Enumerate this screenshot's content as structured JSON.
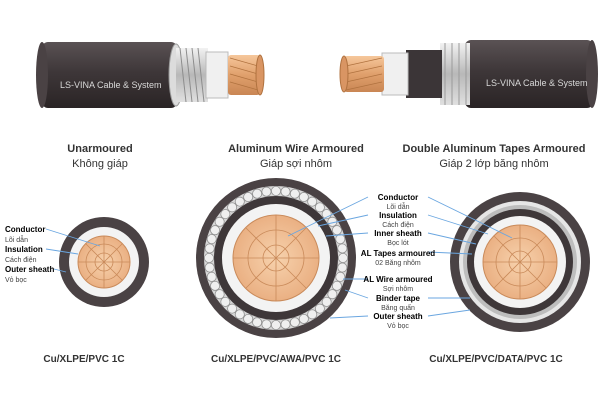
{
  "cables": {
    "left_print": "LS-VINA Cable & System",
    "right_print": "LS-VINA Cable & System"
  },
  "types": [
    {
      "title": "Unarmoured",
      "subtitle": "Không giáp"
    },
    {
      "title": "Aluminum Wire Armoured",
      "subtitle": "Giáp sợi nhôm"
    },
    {
      "title": "Double Aluminum Tapes Armoured",
      "subtitle": "Giáp 2 lớp băng nhôm"
    }
  ],
  "left_labels": [
    {
      "en": "Conductor",
      "vi": "Lõi dẫn"
    },
    {
      "en": "Insulation",
      "vi": "Cách điện"
    },
    {
      "en": "Outer sheath",
      "vi": "Vỏ bọc"
    }
  ],
  "center_labels": [
    {
      "en": "Conductor",
      "vi": "Lõi dẫn"
    },
    {
      "en": "Insulation",
      "vi": "Cách điện"
    },
    {
      "en": "Inner sheath",
      "vi": "Bọc lót"
    },
    {
      "en": "AL Tapes armoured",
      "vi": "02 Băng nhôm"
    },
    {
      "en": "AL Wire armoured",
      "vi": "Sợi nhôm"
    },
    {
      "en": "Binder tape",
      "vi": "Băng quấn"
    },
    {
      "en": "Outer sheath",
      "vi": "Vỏ bọc"
    }
  ],
  "captions": [
    "Cu/XLPE/PVC 1C",
    "Cu/XLPE/PVC/AWA/PVC 1C",
    "Cu/XLPE/PVC/DATA/PVC 1C"
  ],
  "colors": {
    "sheath": "#4a4244",
    "copper": "#f0b98a",
    "copper_line": "#c98a5a",
    "insulation": "#f4f4f4",
    "leader": "#6aa6e0"
  }
}
